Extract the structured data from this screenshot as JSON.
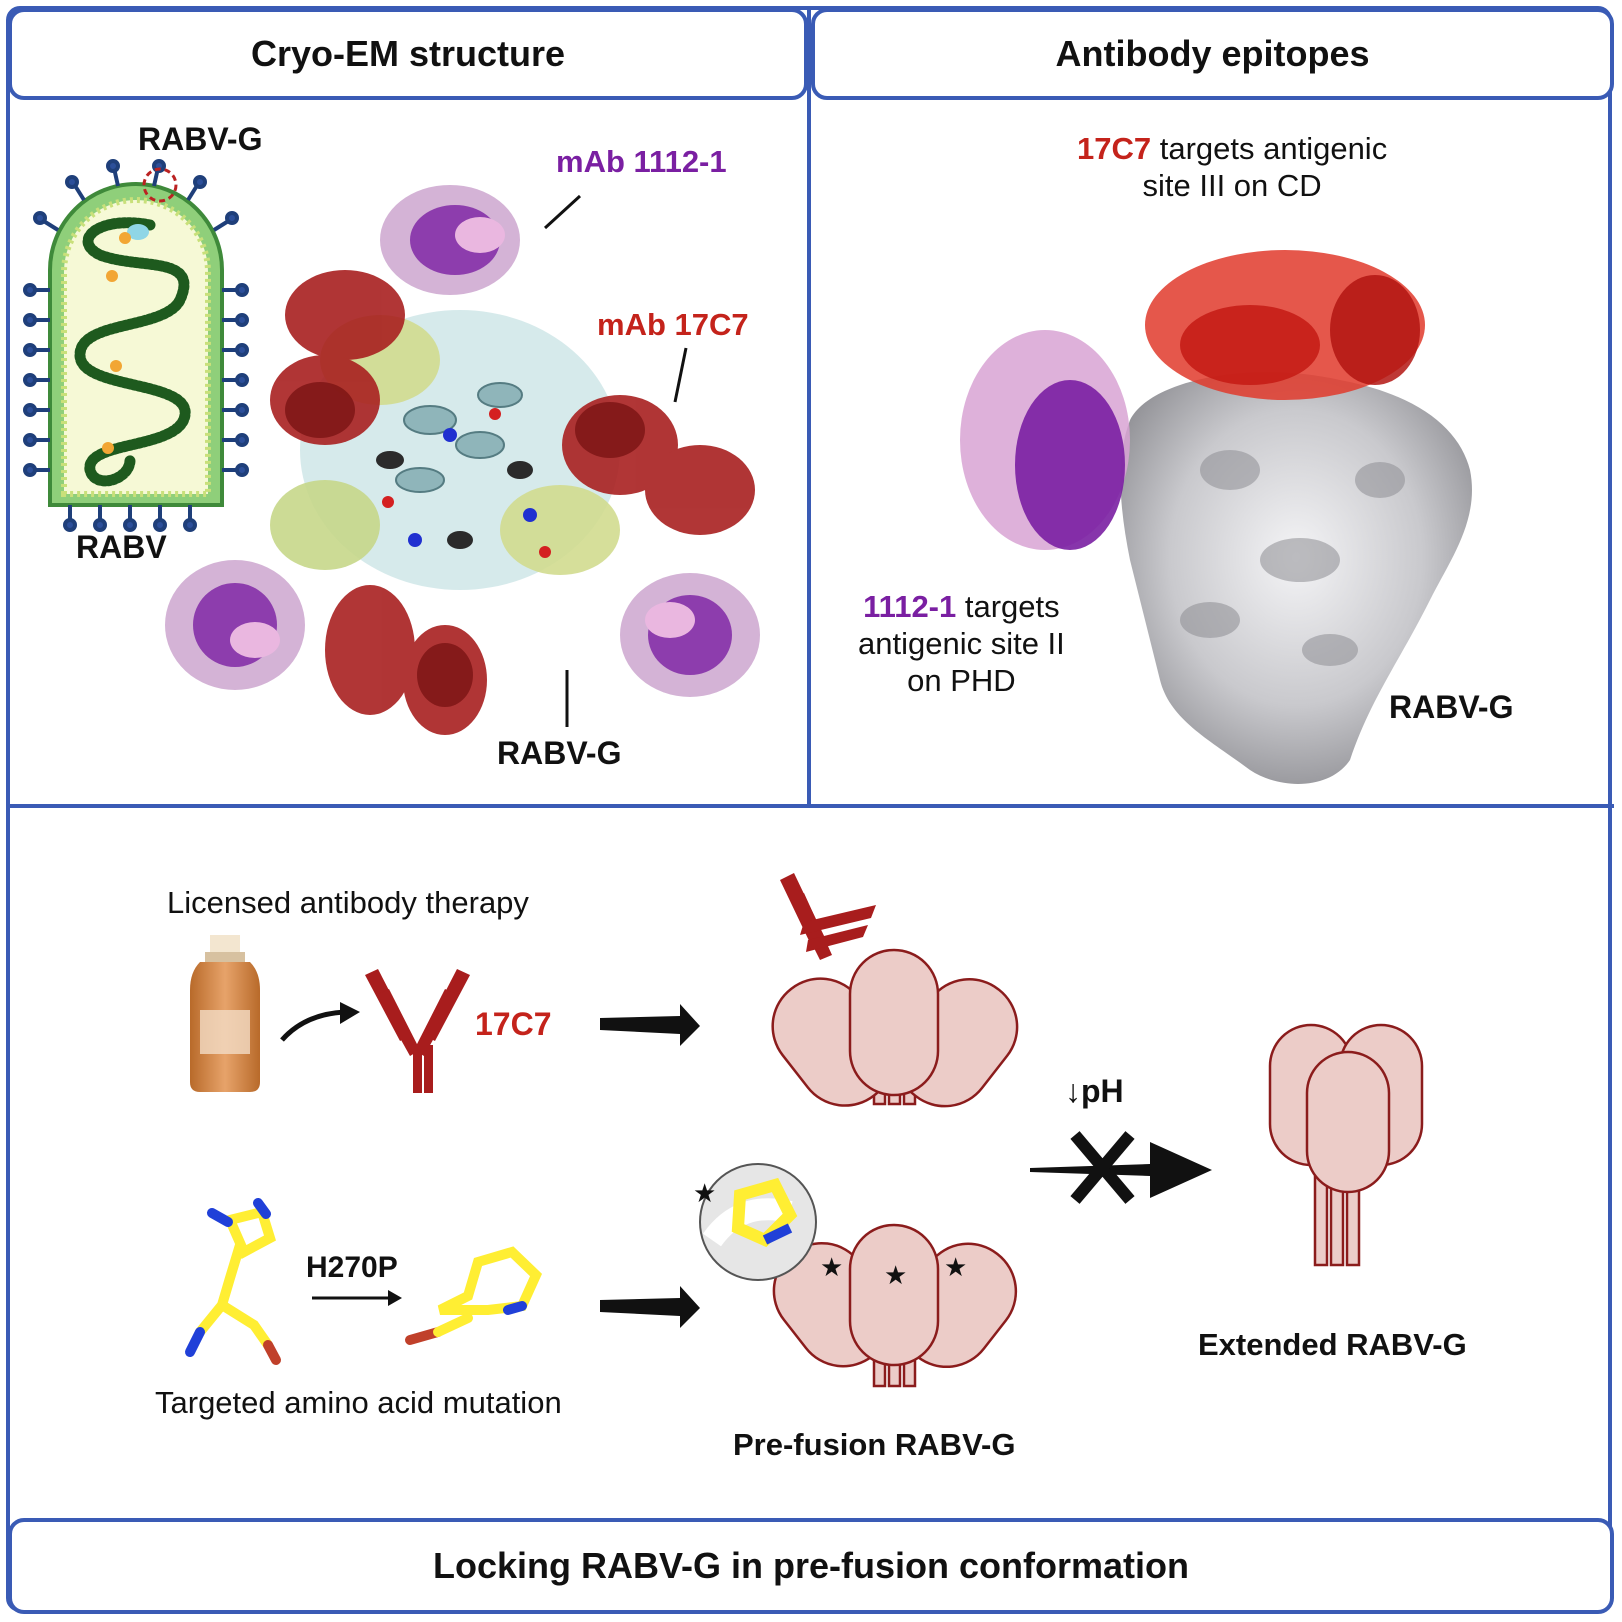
{
  "panels": {
    "cryo_title": "Cryo-EM structure",
    "epitopes_title": "Antibody epitopes",
    "bottom_title": "Locking RABV-G in pre-fusion conformation"
  },
  "cryo": {
    "virus_top_label": "RABV-G",
    "virus_label": "RABV",
    "mab_1112_prefix": "mAb",
    "mab_1112_name": "1112-1",
    "mab_17c7_prefix": "mAb",
    "mab_17c7_name": "17C7",
    "trimer_label": "RABV-G"
  },
  "epitopes": {
    "c17_name": "17C7",
    "c17_text_1": " targets antigenic",
    "c17_text_2": "site III on CD",
    "a1112_name": "1112-1",
    "a1112_text_1": " targets",
    "a1112_text_2": "antigenic site II",
    "a1112_text_3": "on PHD",
    "surface_label": "RABV-G"
  },
  "scheme": {
    "therapy_label": "Licensed antibody therapy",
    "antibody_name": "17C7",
    "mutation_code": "H270P",
    "mutation_label": "Targeted amino acid mutation",
    "ph_label": "↓pH",
    "prefusion_label": "Pre-fusion RABV-G",
    "extended_label": "Extended RABV-G"
  },
  "colors": {
    "border": "#3a5bb5",
    "red_17c7": "#c4231b",
    "purple_1112": "#7a1fa2",
    "protein_fill": "#ecccc8",
    "protein_stroke": "#8b1c1c",
    "residue_yellow": "#ffee33"
  }
}
